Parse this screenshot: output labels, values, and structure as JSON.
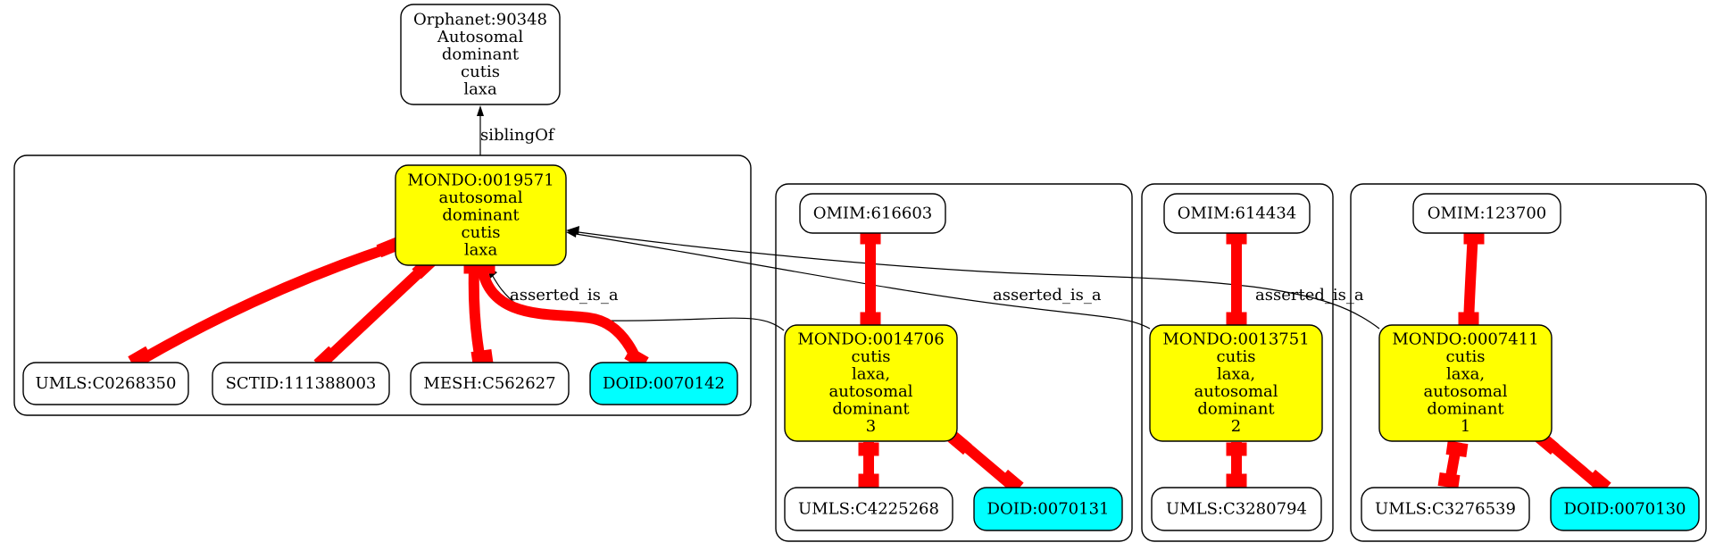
{
  "colors": {
    "mondo_fill": "#ffff00",
    "doid_fill": "#00ffff",
    "xref_fill": "#ffffff",
    "xref_edge": "#ff0000",
    "relation_edge": "#000000"
  },
  "nodes": {
    "orphanet_90348": {
      "lines": [
        "Orphanet:90348",
        "Autosomal",
        "dominant",
        "cutis",
        "laxa"
      ]
    },
    "mondo_0019571": {
      "lines": [
        "MONDO:0019571",
        "autosomal",
        "dominant",
        "cutis",
        "laxa"
      ]
    },
    "umls_c0268350": {
      "lines": [
        "UMLS:C0268350"
      ]
    },
    "sctid_111388003": {
      "lines": [
        "SCTID:111388003"
      ]
    },
    "mesh_c562627": {
      "lines": [
        "MESH:C562627"
      ]
    },
    "doid_0070142": {
      "lines": [
        "DOID:0070142"
      ]
    },
    "omim_616603": {
      "lines": [
        "OMIM:616603"
      ]
    },
    "mondo_0014706": {
      "lines": [
        "MONDO:0014706",
        "cutis",
        "laxa,",
        "autosomal",
        "dominant",
        "3"
      ]
    },
    "umls_c4225268": {
      "lines": [
        "UMLS:C4225268"
      ]
    },
    "doid_0070131": {
      "lines": [
        "DOID:0070131"
      ]
    },
    "omim_614434": {
      "lines": [
        "OMIM:614434"
      ]
    },
    "mondo_0013751": {
      "lines": [
        "MONDO:0013751",
        "cutis",
        "laxa,",
        "autosomal",
        "dominant",
        "2"
      ]
    },
    "umls_c3280794": {
      "lines": [
        "UMLS:C3280794"
      ]
    },
    "omim_123700": {
      "lines": [
        "OMIM:123700"
      ]
    },
    "mondo_0007411": {
      "lines": [
        "MONDO:0007411",
        "cutis",
        "laxa,",
        "autosomal",
        "dominant",
        "1"
      ]
    },
    "umls_c3276539": {
      "lines": [
        "UMLS:C3276539"
      ]
    },
    "doid_0070130": {
      "lines": [
        "DOID:0070130"
      ]
    }
  },
  "edge_labels": {
    "sibling_of": "siblingOf",
    "asserted_is_a_1": "asserted_is_a",
    "asserted_is_a_2": "asserted_is_a",
    "asserted_is_a_3": "asserted_is_a"
  }
}
